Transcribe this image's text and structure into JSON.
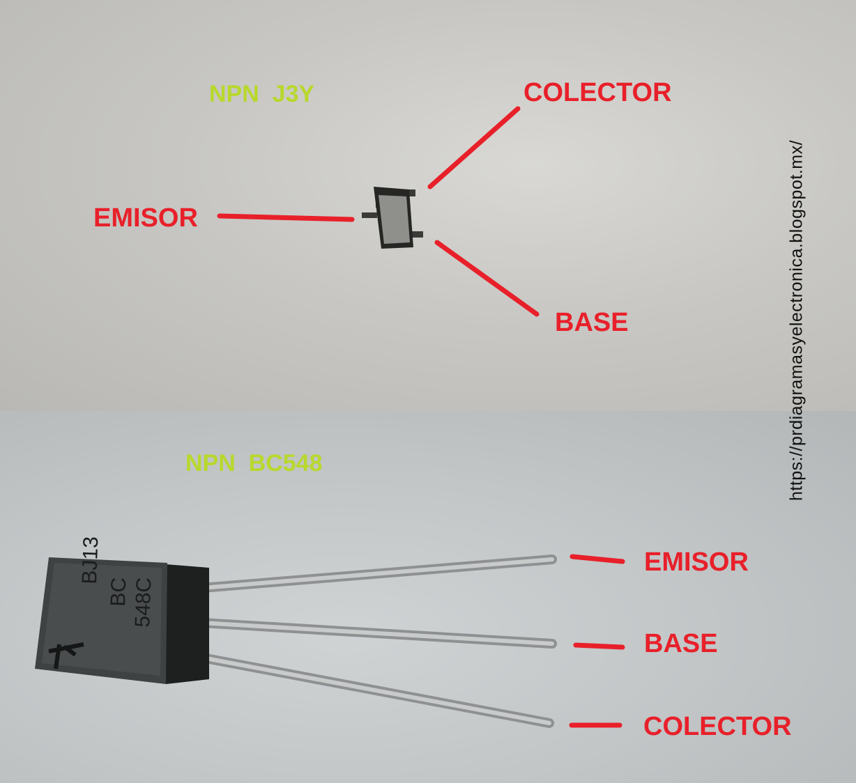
{
  "top": {
    "title": "NPN  J3Y",
    "pins": {
      "colector": "COLECTOR",
      "emisor": "EMISOR",
      "base": "BASE"
    }
  },
  "bottom": {
    "title": "NPN  BC548",
    "pins": {
      "emisor": "EMISOR",
      "base": "BASE",
      "colector": "COLECTOR"
    },
    "marking": {
      "line1": "BJ13",
      "line2": "BC",
      "line3": "548C"
    }
  },
  "watermark_url": "https://prdiagramasyelectronica.blogspot.mx/",
  "colors": {
    "label_red": "#e8202a",
    "title_green": "#b8d82c",
    "url_black": "#111111"
  }
}
